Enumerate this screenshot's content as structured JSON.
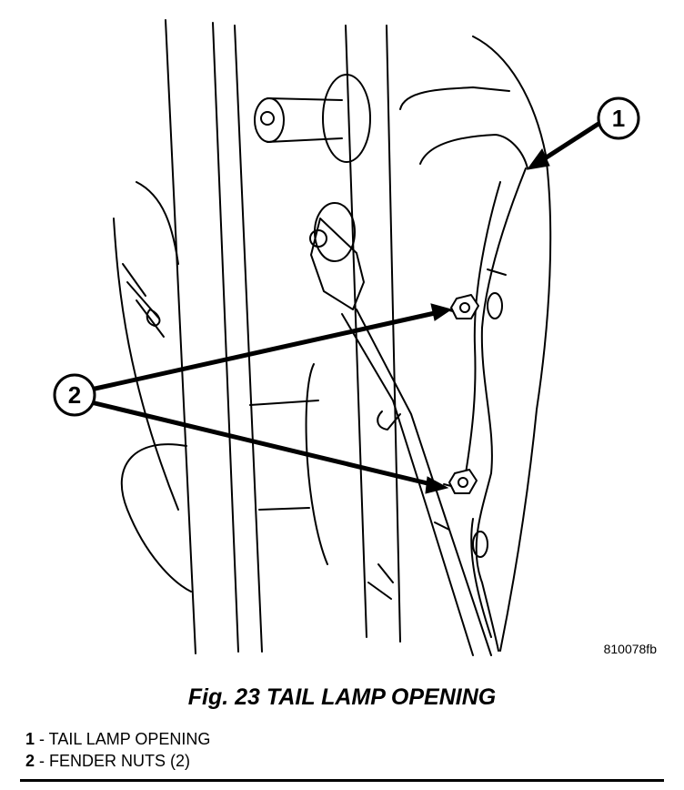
{
  "figure": {
    "code": "810078fb",
    "callouts": [
      {
        "number": "1"
      },
      {
        "number": "2"
      }
    ]
  },
  "caption": "Fig. 23 TAIL LAMP OPENING",
  "legend": [
    {
      "number": "1",
      "text": " - TAIL LAMP OPENING"
    },
    {
      "number": "2",
      "text": " - FENDER NUTS (2)"
    }
  ]
}
